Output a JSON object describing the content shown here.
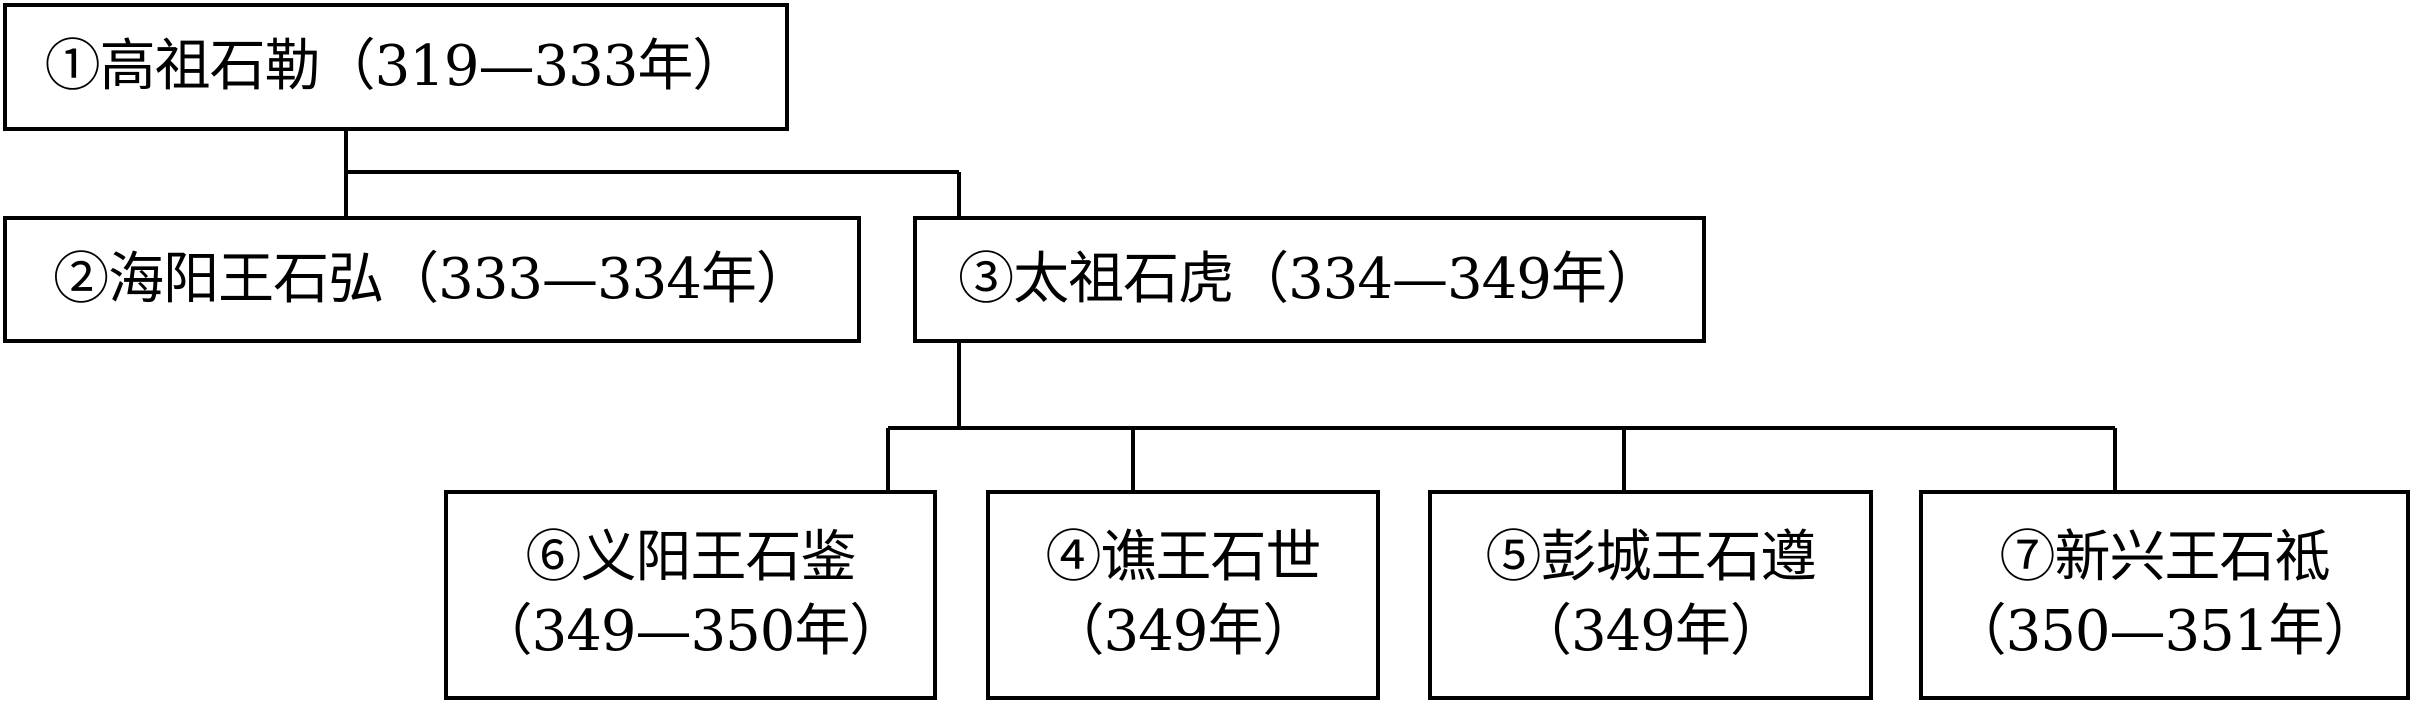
{
  "nodes": {
    "n1": {
      "name": "①高祖石勒",
      "years": "（319—333年）"
    },
    "n2": {
      "name": "②海阳王石弘",
      "years": "（333—334年）"
    },
    "n3": {
      "name": "③太祖石虎",
      "years": "（334—349年）"
    },
    "n6": {
      "name": "⑥义阳王石鉴",
      "years": "（349—350年）"
    },
    "n4": {
      "name": "④谯王石世",
      "years": "（349年）"
    },
    "n5": {
      "name": "⑤彭城王石遵",
      "years": "（349年）"
    },
    "n7": {
      "name": "⑦新兴王石祗",
      "years": "（350—351年）"
    }
  }
}
